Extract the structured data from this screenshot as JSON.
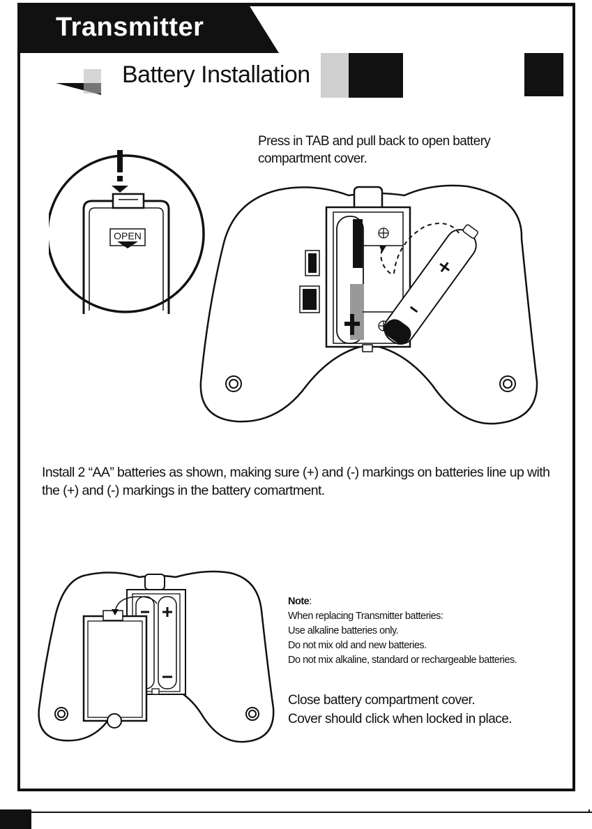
{
  "header": {
    "title": "Transmitter",
    "subtitle": "Battery Installation"
  },
  "figure_top": {
    "tab_label": "OPEN"
  },
  "instructions": {
    "open_cover": "Press in TAB and pull back to open battery compartment cover.",
    "install": "Install 2 “AA” batteries as shown, making sure (+) and (-) markings on batteries line up with the (+) and (-) markings in the battery comartment."
  },
  "note": {
    "heading": "Note",
    "intro": "When replacing Transmitter batteries:",
    "lines": [
      "Use alkaline batteries only.",
      "Do not mix old and new batteries.",
      "Do not mix alkaline, standard or rechargeable batteries."
    ]
  },
  "closing": {
    "line1": "Close battery compartment cover.",
    "line2": "Cover should click when locked in place."
  }
}
